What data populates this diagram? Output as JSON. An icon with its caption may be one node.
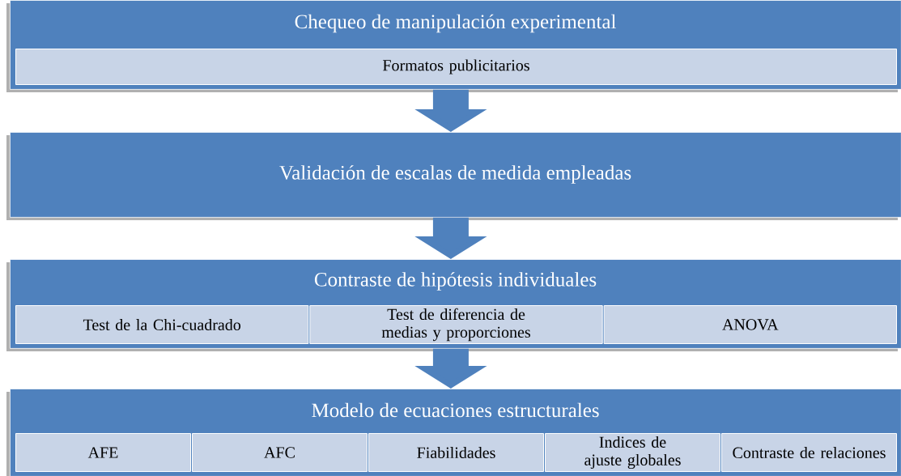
{
  "diagram": {
    "nodes": [
      {
        "text": [
          "Chequeo de manipulación experimental"
        ]
      },
      {
        "text": [
          "Formatos publicitarios"
        ],
        "in": 0
      },
      {
        "text": [
          "Validación de escalas de medida empleadas"
        ]
      },
      {
        "text": [
          "Contraste de hipótesis individuales"
        ]
      },
      {
        "text": [
          "Test de la Chi-cuadrado"
        ],
        "in": 3
      },
      {
        "text": [
          "Test de diferencia de medias y proporciones"
        ],
        "in": 3
      },
      {
        "text": [
          "ANOVA"
        ],
        "in": 3
      },
      {
        "text": [
          "Modelo de ecuaciones estructurales"
        ]
      },
      {
        "text": [
          "AFE"
        ],
        "in": 7
      },
      {
        "text": [
          "AFC"
        ],
        "in": 7
      },
      {
        "text": [
          "Fiabilidades"
        ],
        "in": 7
      },
      {
        "text": [
          "Indices de ajuste globales"
        ],
        "in": 7
      },
      {
        "text": [
          "Contraste de relaciones"
        ],
        "in": 7
      }
    ],
    "edges": [
      {
        "from": 0,
        "to": 2,
        "arrow": "to"
      },
      {
        "from": 2,
        "to": 3,
        "arrow": "to"
      },
      {
        "from": 3,
        "to": 7,
        "arrow": "to"
      }
    ]
  }
}
